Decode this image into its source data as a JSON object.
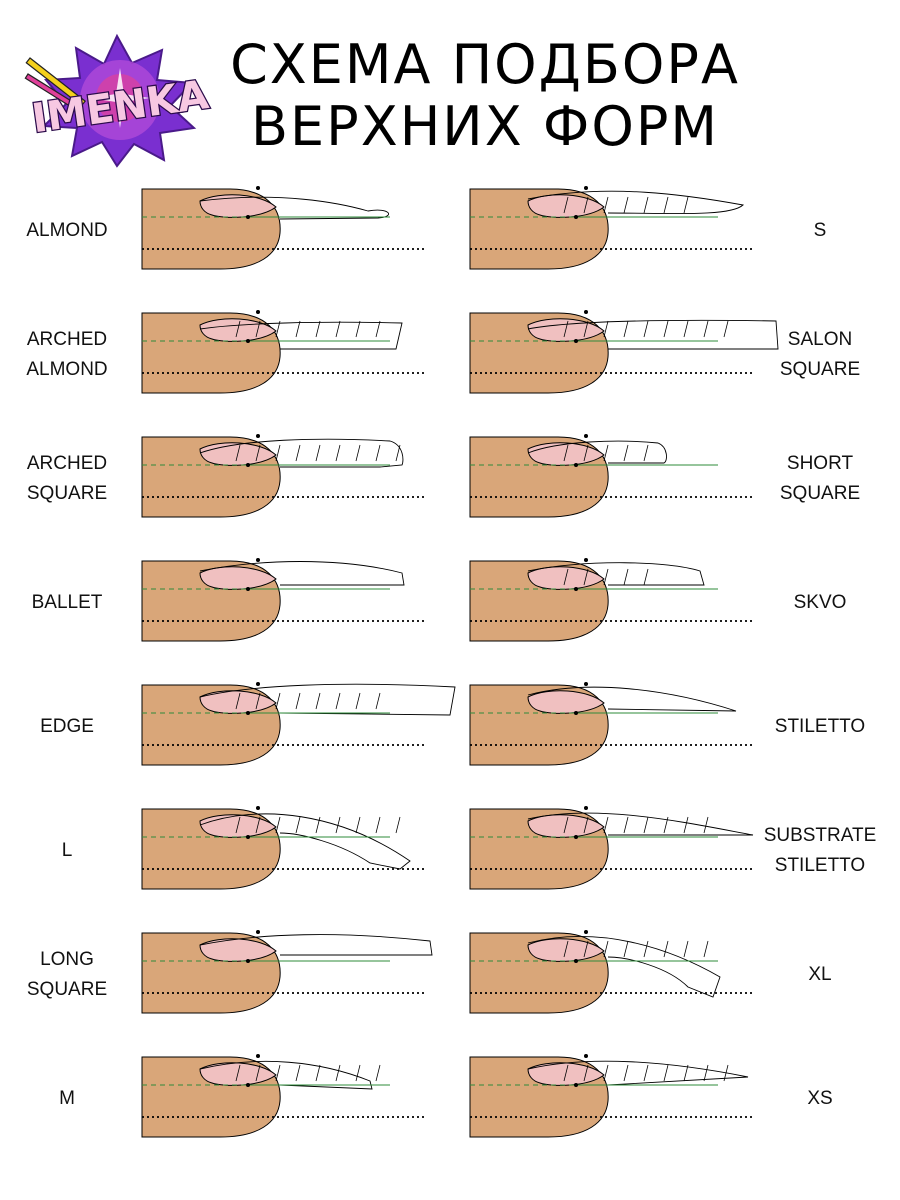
{
  "brand": {
    "logo_text": "IMENKA",
    "colors": {
      "purple": "#7a2fd0",
      "pink": "#e0409a",
      "yellow": "#f4d01c"
    }
  },
  "title": {
    "line1": "СХЕМА ПОДБОРА",
    "line2": "ВЕРХНИХ ФОРМ"
  },
  "colors": {
    "finger": "#d9a679",
    "nail_bed": "#f0c0c0",
    "guide_green": "#2e8b3a",
    "outline": "#000000"
  },
  "forms": [
    {
      "row": 0,
      "side": "left",
      "label": [
        "ALMOND"
      ]
    },
    {
      "row": 0,
      "side": "right",
      "label": [
        "S"
      ]
    },
    {
      "row": 1,
      "side": "left",
      "label": [
        "ARCHED",
        "ALMOND"
      ]
    },
    {
      "row": 1,
      "side": "right",
      "label": [
        "SALON",
        "SQUARE"
      ]
    },
    {
      "row": 2,
      "side": "left",
      "label": [
        "ARCHED",
        "SQUARE"
      ]
    },
    {
      "row": 2,
      "side": "right",
      "label": [
        "SHORT",
        "SQUARE"
      ]
    },
    {
      "row": 3,
      "side": "left",
      "label": [
        "BALLET"
      ]
    },
    {
      "row": 3,
      "side": "right",
      "label": [
        "SKVO"
      ]
    },
    {
      "row": 4,
      "side": "left",
      "label": [
        "EDGE"
      ]
    },
    {
      "row": 4,
      "side": "right",
      "label": [
        "STILETTO"
      ]
    },
    {
      "row": 5,
      "side": "left",
      "label": [
        "L"
      ]
    },
    {
      "row": 5,
      "side": "right",
      "label": [
        "SUBSTRATE",
        "STILETTO"
      ]
    },
    {
      "row": 6,
      "side": "left",
      "label": [
        "LONG",
        "SQUARE"
      ]
    },
    {
      "row": 6,
      "side": "right",
      "label": [
        "XL"
      ]
    },
    {
      "row": 7,
      "side": "left",
      "label": [
        "M"
      ]
    },
    {
      "row": 7,
      "side": "right",
      "label": [
        "XS"
      ]
    }
  ]
}
